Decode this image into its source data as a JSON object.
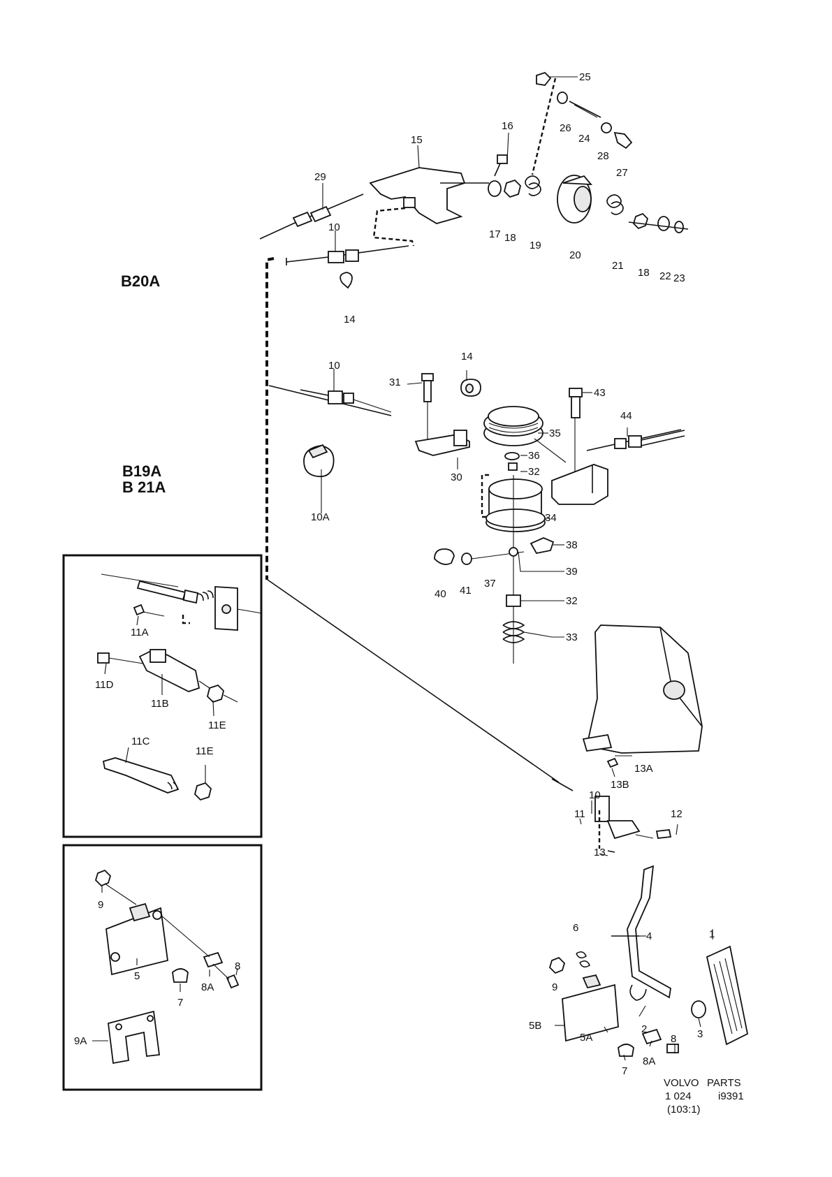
{
  "engine_groups": {
    "b20a": "B20A",
    "b19a": "B19A",
    "b21a": "B 21A"
  },
  "labels": [
    "25",
    "26",
    "24",
    "28",
    "27",
    "16",
    "15",
    "29",
    "17",
    "18",
    "19",
    "20",
    "21",
    "18",
    "22",
    "23",
    "10",
    "14",
    "10",
    "31",
    "14",
    "43",
    "35",
    "44",
    "36",
    "32",
    "30",
    "10A",
    "34",
    "38",
    "39",
    "40",
    "41",
    "37",
    "32",
    "33",
    "13A",
    "13B",
    "10",
    "11",
    "12",
    "13",
    "4",
    "6",
    "1",
    "9",
    "5B",
    "5A",
    "2",
    "3",
    "8",
    "8A",
    "7",
    "11A",
    "11D",
    "11B",
    "11E",
    "11C",
    "11E",
    "9",
    "5",
    "8",
    "7",
    "8A",
    "9A"
  ],
  "footer": {
    "brand": "VOLVO",
    "section": "PARTS",
    "line2": "1  024",
    "ref": "i9391",
    "line3": "(103:1)"
  }
}
